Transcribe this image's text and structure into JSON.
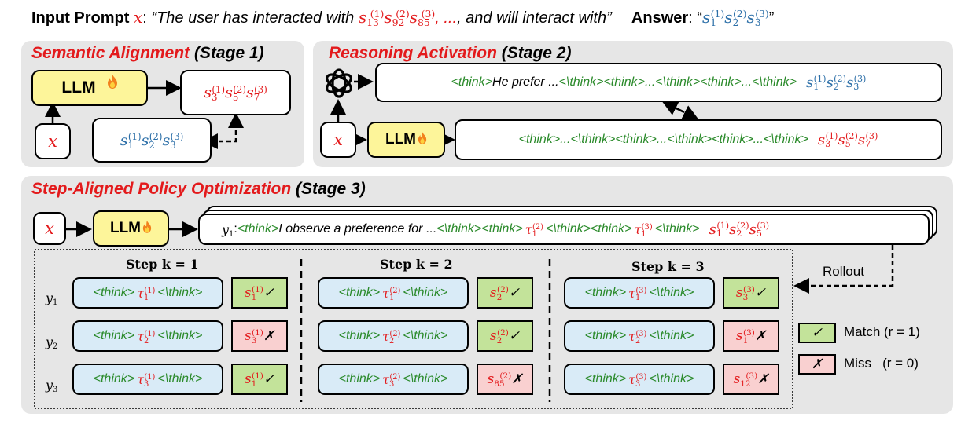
{
  "header": {
    "input_label": "Input Prompt",
    "prompt_var": "x",
    "prompt_colon": ":",
    "prompt_text_a": "“The user has interacted with",
    "prompt_ellipsis": ", ...",
    "prompt_text_b": ", and will interact with”",
    "answer_label": "Answer",
    "answer_colon": ": “",
    "answer_close": "”"
  },
  "stage1": {
    "title_main": "Semantic Alignment",
    "title_stage": "(Stage 1)",
    "llm_label": "LLM",
    "x_label": "x"
  },
  "stage2": {
    "title_main": "Reasoning Activation",
    "title_stage": "(Stage 2)",
    "llm_label": "LLM",
    "x_label": "x",
    "top_think_open": "<think>",
    "top_text": " He prefer ...",
    "top_tail": "<\\think><think>...<\\think><think>...<\\think>",
    "bottom_text": "<think>...<\\think><think>...<\\think><think>...<\\think>"
  },
  "stage3": {
    "title_main": "Step-Aligned Policy Optimization",
    "title_stage": "(Stage 3)",
    "llm_label": "LLM",
    "x_label": "x",
    "y1_prefix": "y",
    "y1_colon": ": ",
    "y1_think": "<think>",
    "y1_text": " I observe a preference for ...",
    "y1_mid": "<\\think><think>",
    "y1_end": "<\\think>",
    "rollout": "Rollout",
    "steps": [
      "Step k = 1",
      "Step k = 2",
      "Step k = 3"
    ],
    "rows": [
      "y",
      "y",
      "y"
    ],
    "think_open": "<think>",
    "think_close": "<\\think>",
    "legend": {
      "match": "Match (r = 1)",
      "miss": "Miss   (r = 0)"
    }
  },
  "colors": {
    "panel": "#e6e6e6",
    "llm": "#fdf59a",
    "think_cell": "#d9ebf7",
    "match": "#c3e39a",
    "miss": "#f9d0d0",
    "red": "#e31a1c",
    "blue": "#2c6fa8",
    "green": "#2a8a2a"
  },
  "icons": {
    "fire": "fire-icon",
    "openai": "openai-logo-icon",
    "check": "check-icon",
    "cross": "cross-icon"
  }
}
